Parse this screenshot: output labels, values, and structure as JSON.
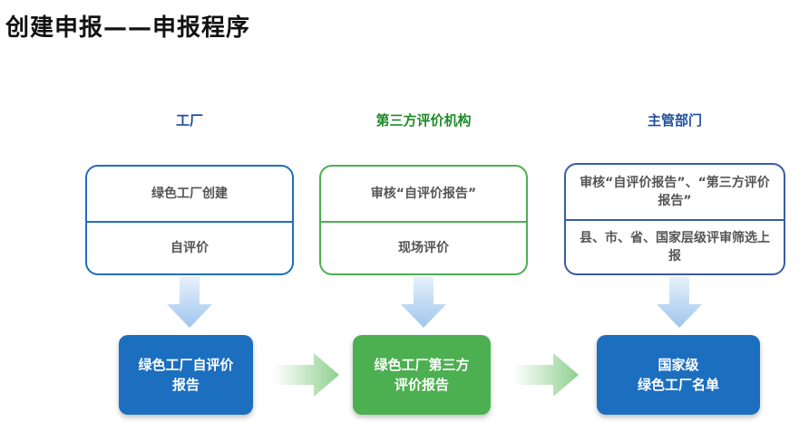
{
  "title": "创建申报——申报程序",
  "columns": [
    {
      "heading": "工厂",
      "heading_color": "#1f4e9c",
      "border_color": "#1f6fb8",
      "steps": [
        "绿色工厂创建",
        "自评价"
      ]
    },
    {
      "heading": "第三方评价机构",
      "heading_color": "#1e8a2a",
      "border_color": "#4caf50",
      "steps": [
        "审核“自评价报告”",
        "现场评价"
      ]
    },
    {
      "heading": "主管部门",
      "heading_color": "#1f4e9c",
      "border_color": "#3a5ba8",
      "steps": [
        "审核“自评价报告”、“第三方评价报告”",
        "县、市、省、国家层级评审筛选上报"
      ]
    }
  ],
  "results": [
    {
      "line1": "绿色工厂自评价",
      "line2": "报告",
      "color": "#1c6fbf"
    },
    {
      "line1": "绿色工厂第三方",
      "line2": "评价报告",
      "color": "#4caf50"
    },
    {
      "line1": "国家级",
      "line2": "绿色工厂名单",
      "color": "#1c6fbf"
    }
  ],
  "colors": {
    "down_arrow": "#9fc6ee",
    "right_arrow": "#8fd08f"
  }
}
